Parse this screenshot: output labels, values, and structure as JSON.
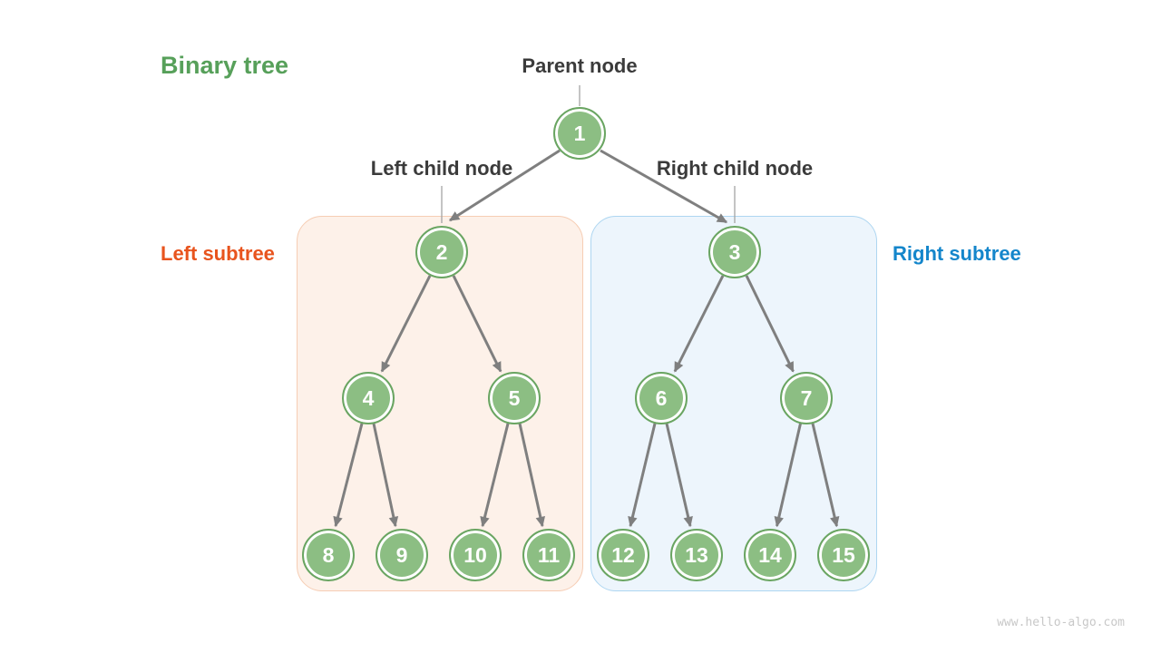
{
  "title": {
    "text": "Binary tree",
    "color": "#57a05a"
  },
  "annotations": {
    "parent": "Parent node",
    "left_child": "Left child node",
    "right_child": "Right child node"
  },
  "subtrees": {
    "left": {
      "label": "Left subtree",
      "label_color": "#e8541e",
      "fill": "#fdf1e9",
      "border": "#f6cdb4",
      "node_values": [
        2,
        4,
        5,
        8,
        9,
        10,
        11
      ]
    },
    "right": {
      "label": "Right subtree",
      "label_color": "#1486cb",
      "fill": "#edf5fc",
      "border": "#aed6f1",
      "node_values": [
        3,
        6,
        7,
        12,
        13,
        14,
        15
      ]
    }
  },
  "tree": {
    "type": "binary-tree",
    "root": 1,
    "levels": [
      [
        1
      ],
      [
        2,
        3
      ],
      [
        4,
        5,
        6,
        7
      ],
      [
        8,
        9,
        10,
        11,
        12,
        13,
        14,
        15
      ]
    ],
    "edges": [
      [
        1,
        2
      ],
      [
        1,
        3
      ],
      [
        2,
        4
      ],
      [
        2,
        5
      ],
      [
        3,
        6
      ],
      [
        3,
        7
      ],
      [
        4,
        8
      ],
      [
        4,
        9
      ],
      [
        5,
        10
      ],
      [
        5,
        11
      ],
      [
        6,
        12
      ],
      [
        6,
        13
      ],
      [
        7,
        14
      ],
      [
        7,
        15
      ]
    ],
    "nodes": [
      {
        "value": 1
      },
      {
        "value": 2
      },
      {
        "value": 3
      },
      {
        "value": 4
      },
      {
        "value": 5
      },
      {
        "value": 6
      },
      {
        "value": 7
      },
      {
        "value": 8
      },
      {
        "value": 9
      },
      {
        "value": 10
      },
      {
        "value": 11
      },
      {
        "value": 12
      },
      {
        "value": 13
      },
      {
        "value": 14
      },
      {
        "value": 15
      }
    ],
    "node_style": {
      "fill": "#8cbe83",
      "border": "#6aa562",
      "ring": "#ffffff",
      "text_color": "#ffffff"
    },
    "edge_color": "#7f7f7f"
  },
  "watermark": "www.hello-algo.com"
}
